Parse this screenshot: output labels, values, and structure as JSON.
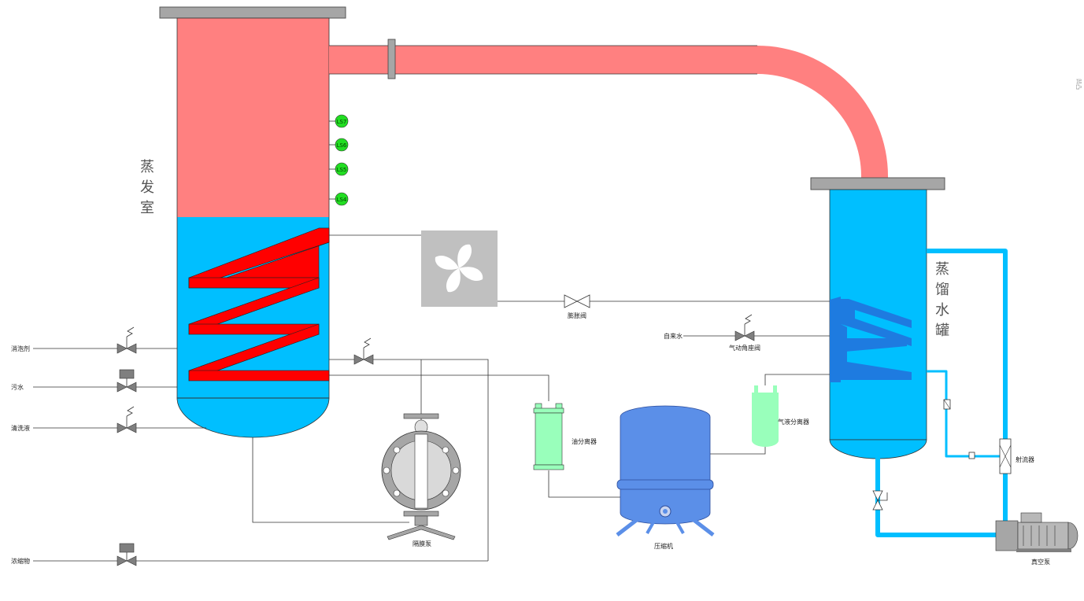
{
  "evaporator": {
    "label": "蒸发室"
  },
  "distiller": {
    "label": "蒸馏水罐"
  },
  "sensors": [
    "LS7",
    "LS6",
    "LS5",
    "LS4"
  ],
  "left_lines": {
    "defoamer": "消泡剂",
    "sewage": "污水",
    "cleaning": "清洗液",
    "concentrate": "浓缩物"
  },
  "components": {
    "expansion_valve": "膨胀阀",
    "tap_water": "自来水",
    "pneumatic_valve": "气动角座阀",
    "oil_separator": "油分离器",
    "gas_liquid_separator": "气液分离器",
    "compressor": "压缩机",
    "diaphragm_pump": "隔膜泵",
    "ejector": "射流器",
    "vacuum_pump": "真空泵"
  },
  "edge_mark": "凹凸",
  "colors": {
    "steam": "#ff8080",
    "liquid": "#00bfff",
    "coil_hot": "#ff0000",
    "coil_cold": "#1e7be0",
    "cap": "#a6a6a6",
    "compressor": "#5b8fe8",
    "separator": "#99ffbb",
    "sensor": "#22dd22",
    "fan_bg": "#c0c0c0",
    "valve": "#7f7f7f"
  }
}
